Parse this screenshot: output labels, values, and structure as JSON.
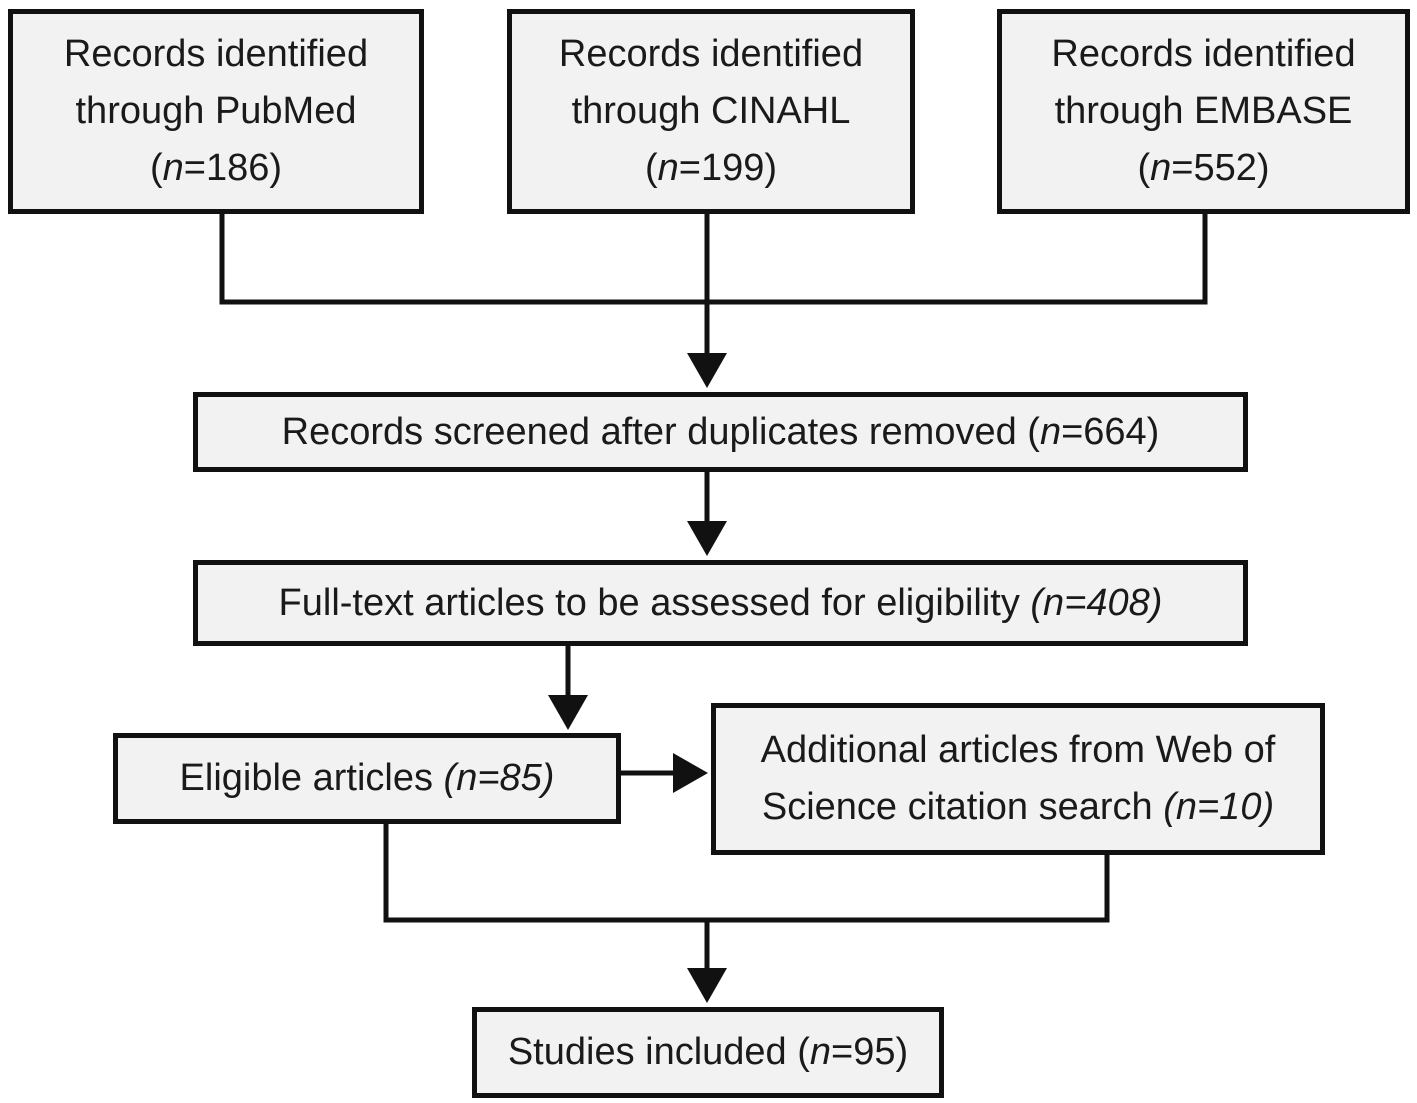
{
  "diagram": {
    "source_boxes": [
      {
        "id": "pubmed",
        "lines": [
          "Records identified",
          "through PubMed"
        ],
        "count_open": "(",
        "n": "n",
        "count_rest": "=186)"
      },
      {
        "id": "cinahl",
        "lines": [
          "Records identified",
          "through CINAHL"
        ],
        "count_open": "(",
        "n": "n",
        "count_rest": "=199)"
      },
      {
        "id": "embase",
        "lines": [
          "Records identified",
          "through EMBASE"
        ],
        "count_open": "(",
        "n": "n",
        "count_rest": "=552)"
      }
    ],
    "screened": {
      "text": "Records screened after duplicates removed (",
      "n": "n",
      "rest": "=664)"
    },
    "fulltext": {
      "text": "Full-text articles to be assessed for eligibility ",
      "italic": "(n=408)"
    },
    "eligible": {
      "text": "Eligible articles ",
      "italic": "(n=85)"
    },
    "additional": {
      "line1": "Additional articles from Web of",
      "line2_text": "Science citation search ",
      "line2_italic": "(n=10)"
    },
    "included": {
      "text": "Studies included (",
      "n": "n",
      "rest": "=95)"
    },
    "colors": {
      "border": "#111111",
      "box_fill": "#f2f2f2",
      "text": "#1a1a1a"
    }
  }
}
